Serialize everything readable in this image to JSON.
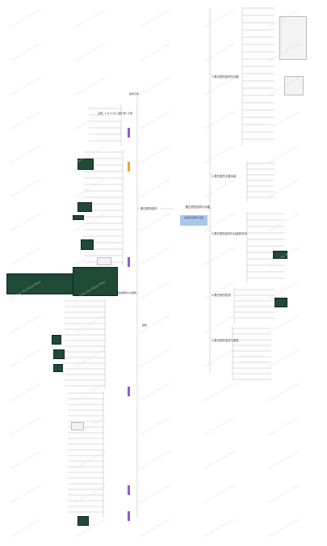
{
  "central": {
    "title": "蛋白质的结构与功能",
    "badge": "蛋白质的结构与功能"
  },
  "left_root": "蛋白质的结构",
  "left_branches": [
    {
      "label": "组成元素",
      "detail": "主要：C H O N S (部分含) 元素"
    },
    {
      "label": "结构",
      "detail": ""
    },
    {
      "label": "蛋白质的分子结构",
      "detail": ""
    }
  ],
  "right_branches": [
    {
      "label": "1.蛋白质的结构与功能"
    },
    {
      "label": "2.蛋白质的主要功能"
    },
    {
      "label": "3.蛋白质的结构与功能的关系"
    },
    {
      "label": "4.蛋白质的性质"
    },
    {
      "label": "5.蛋白质的变性与复性"
    }
  ],
  "colors": {
    "line": "#9a9a9a",
    "accent": "#a9c7ea",
    "tag_purple": "#8e5bd6",
    "tag_orange": "#f2a13a",
    "board": "#1f4a33",
    "text_red": "#d8382c"
  },
  "watermark": "Teacher Hu Mind Map"
}
